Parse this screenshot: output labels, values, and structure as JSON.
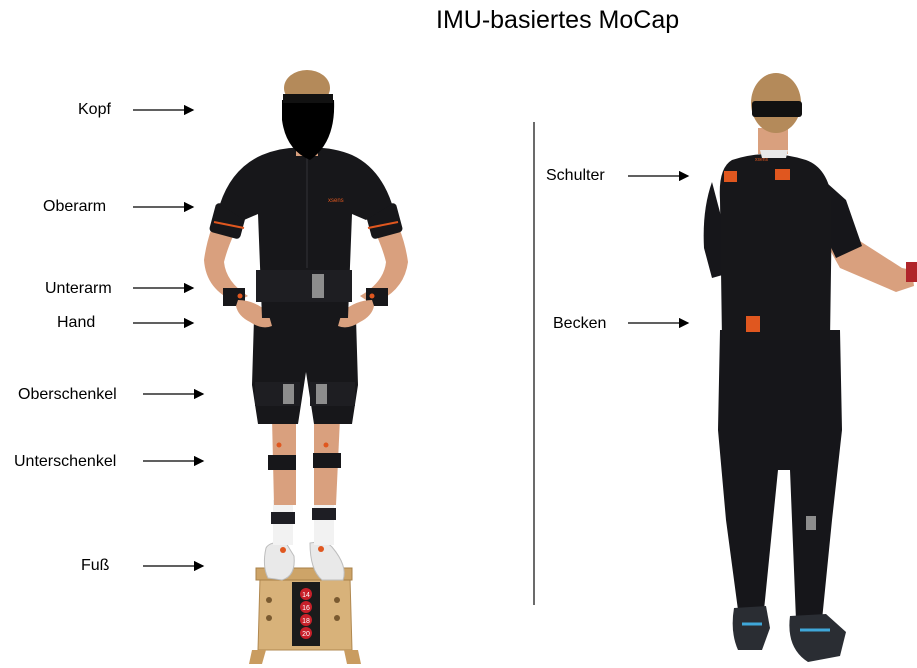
{
  "title": "IMU-basiertes MoCap",
  "labels": {
    "kopf": "Kopf",
    "oberarm": "Oberarm",
    "unterarm": "Unterarm",
    "hand": "Hand",
    "oberschenkel": "Oberschenkel",
    "unterschenkel": "Unterschenkel",
    "fuss": "Fuß",
    "schulter": "Schulter",
    "becken": "Becken"
  },
  "box_numbers": [
    "14",
    "16",
    "18",
    "20"
  ],
  "brand_text": "xsens",
  "colors": {
    "suit": "#17171a",
    "sensor_orange": "#e0571f",
    "sensor_grey": "#8d8d8d",
    "skin": "#d9a07e",
    "box_wood": "#d8b27a",
    "box_panel": "#1b1b1b",
    "box_circle": "#c8202a"
  }
}
